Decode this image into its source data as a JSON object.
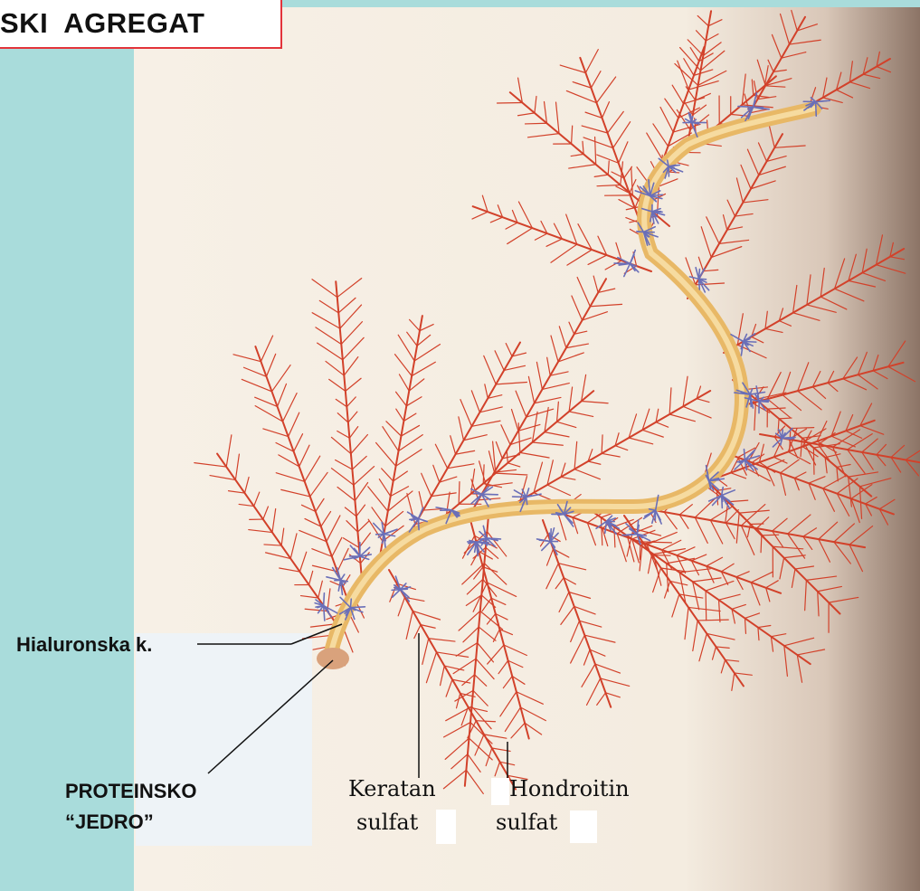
{
  "title": {
    "text": "SKI  AGREGAT",
    "border_color": "#e3343a"
  },
  "labels": {
    "hyaluronic": "Hialuronska k.",
    "protein_core_line1": "PROTEINSKO",
    "protein_core_line2": "“JEDRO”",
    "keratan_line1": "Keratan",
    "keratan_line2": "sulfat",
    "chondroitin_line1": "Hondroitin",
    "chondroitin_line2": "sulfat"
  },
  "colors": {
    "background_strip": "#a9dcdb",
    "backbone": "#e8b866",
    "branch": "#d2412a",
    "keratan_tuft": "#6a6fb8",
    "leader_line": "#111111"
  }
}
